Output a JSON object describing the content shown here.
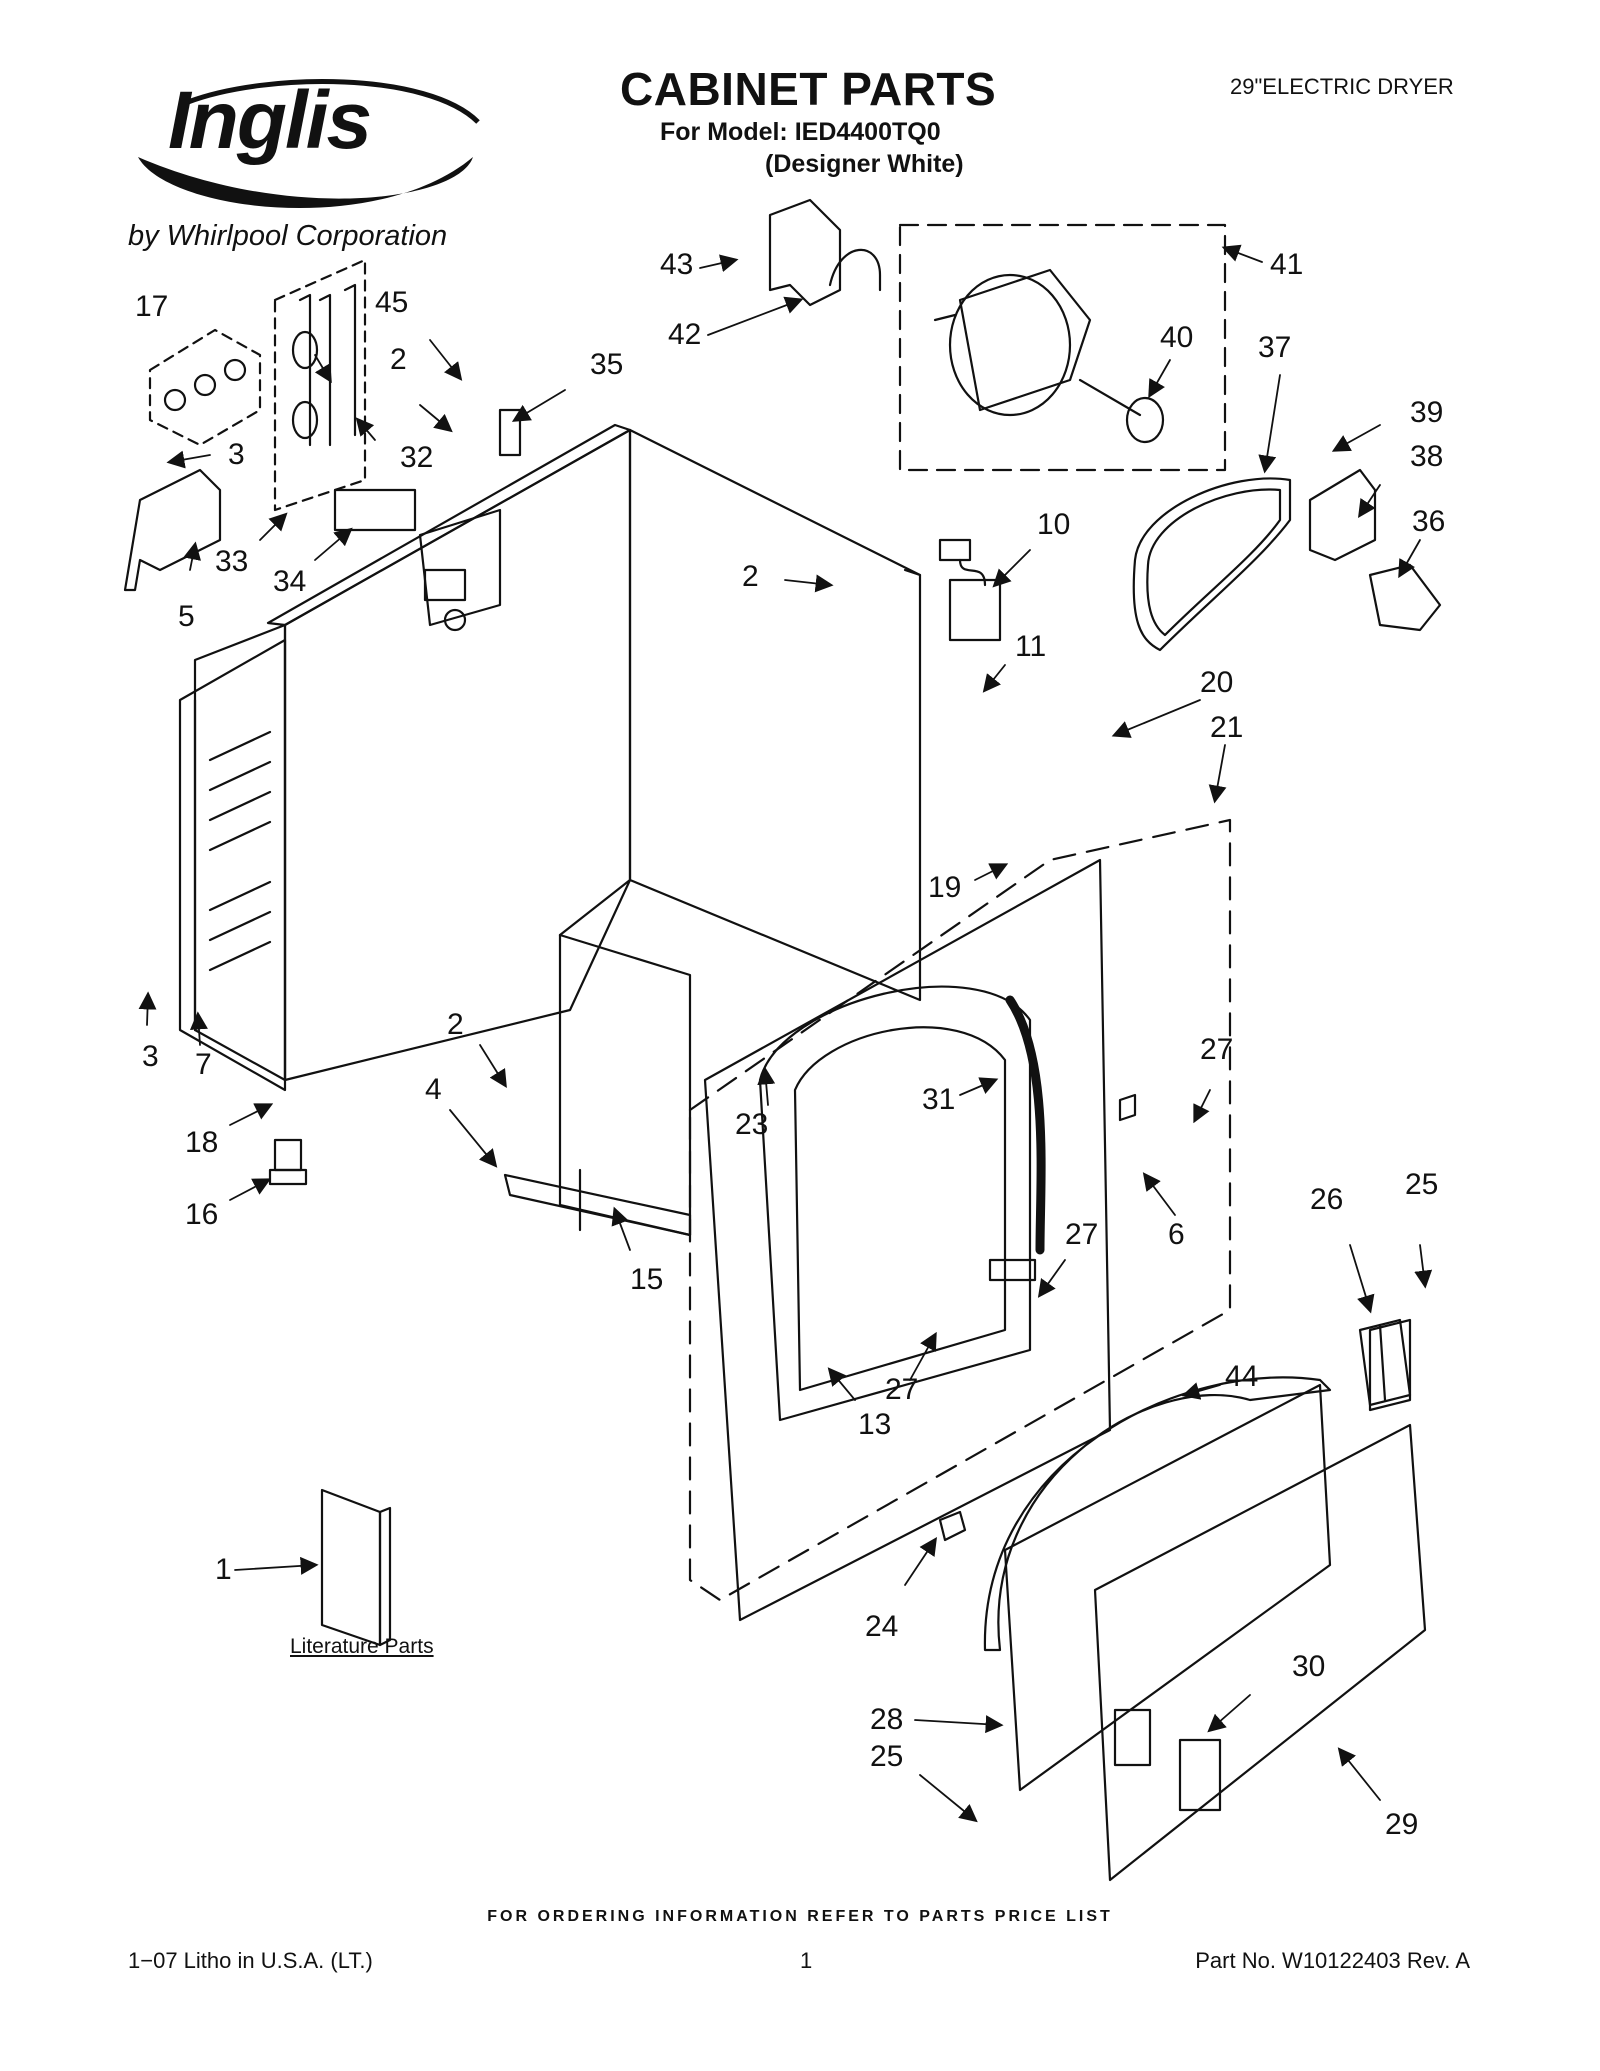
{
  "header": {
    "brand": "Inglis",
    "byline": "by Whirlpool Corporation",
    "title": "CABINET PARTS",
    "model_line": "For Model: IED4400TQ0",
    "model_color": "(Designer White)",
    "product": "29\"ELECTRIC DRYER"
  },
  "literature_label": "Literature Parts",
  "callouts": [
    {
      "id": "c17",
      "text": "17"
    },
    {
      "id": "c45",
      "text": "45"
    },
    {
      "id": "c2a",
      "text": "2"
    },
    {
      "id": "c35",
      "text": "35"
    },
    {
      "id": "c3a",
      "text": "3"
    },
    {
      "id": "c32",
      "text": "32"
    },
    {
      "id": "c33",
      "text": "33"
    },
    {
      "id": "c34",
      "text": "34"
    },
    {
      "id": "c5",
      "text": "5"
    },
    {
      "id": "c43",
      "text": "43"
    },
    {
      "id": "c42",
      "text": "42"
    },
    {
      "id": "c41",
      "text": "41"
    },
    {
      "id": "c40",
      "text": "40"
    },
    {
      "id": "c37",
      "text": "37"
    },
    {
      "id": "c39",
      "text": "39"
    },
    {
      "id": "c38",
      "text": "38"
    },
    {
      "id": "c36",
      "text": "36"
    },
    {
      "id": "c10",
      "text": "10"
    },
    {
      "id": "c2b",
      "text": "2"
    },
    {
      "id": "c11",
      "text": "11"
    },
    {
      "id": "c20",
      "text": "20"
    },
    {
      "id": "c21",
      "text": "21"
    },
    {
      "id": "c19",
      "text": "19"
    },
    {
      "id": "c3b",
      "text": "3"
    },
    {
      "id": "c7",
      "text": "7"
    },
    {
      "id": "c18",
      "text": "18"
    },
    {
      "id": "c16",
      "text": "16"
    },
    {
      "id": "c2c",
      "text": "2"
    },
    {
      "id": "c4",
      "text": "4"
    },
    {
      "id": "c15",
      "text": "15"
    },
    {
      "id": "c23",
      "text": "23"
    },
    {
      "id": "c31",
      "text": "31"
    },
    {
      "id": "c27a",
      "text": "27"
    },
    {
      "id": "c6",
      "text": "6"
    },
    {
      "id": "c27b",
      "text": "27"
    },
    {
      "id": "c27c",
      "text": "27"
    },
    {
      "id": "c13",
      "text": "13"
    },
    {
      "id": "c26",
      "text": "26"
    },
    {
      "id": "c25a",
      "text": "25"
    },
    {
      "id": "c44",
      "text": "44"
    },
    {
      "id": "c1",
      "text": "1"
    },
    {
      "id": "c24",
      "text": "24"
    },
    {
      "id": "c30",
      "text": "30"
    },
    {
      "id": "c28",
      "text": "28"
    },
    {
      "id": "c25b",
      "text": "25"
    },
    {
      "id": "c29",
      "text": "29"
    }
  ],
  "footer": {
    "ordering": "FOR ORDERING INFORMATION REFER TO PARTS PRICE LIST",
    "left": "1−07 Litho in U.S.A. (LT.)",
    "page": "1",
    "right": "Part No. W10122403 Rev. A"
  }
}
